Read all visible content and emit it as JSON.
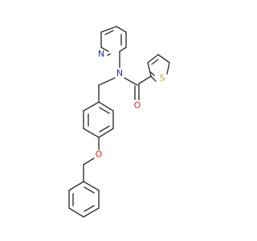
{
  "molecule": {
    "atoms": {
      "pyridine_n": {
        "symbol": "N",
        "color": "#1f2bd9"
      },
      "amide_n": {
        "symbol": "N",
        "color": "#1f2bd9"
      },
      "thiophene_s": {
        "symbol": "S",
        "color": "#c8a600"
      },
      "carbonyl_o": {
        "symbol": "O",
        "color": "#e0281e"
      },
      "ether_o": {
        "symbol": "O",
        "color": "#e0281e"
      }
    },
    "bond_color": "#333333"
  }
}
